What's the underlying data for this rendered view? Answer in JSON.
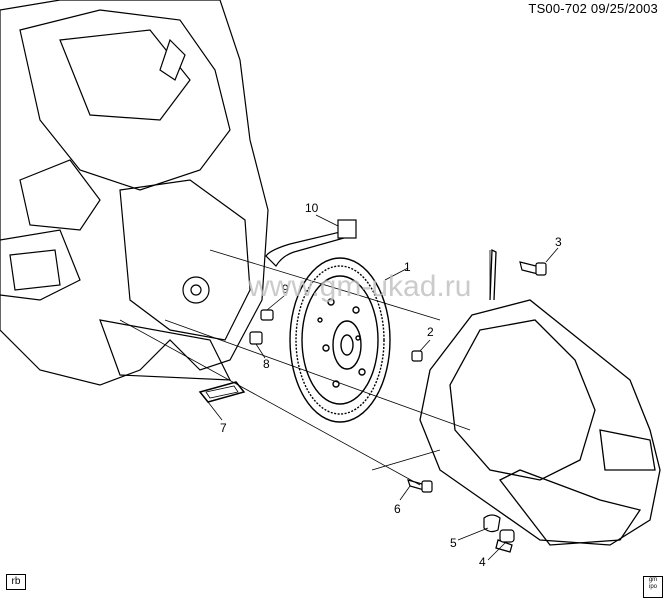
{
  "header": {
    "reference_id": "TS00-702 09/25/2003"
  },
  "watermark": {
    "text": "www.gm-ukad.ru"
  },
  "footer": {
    "corner_tag": "rb",
    "badge_text": "gm\nipo"
  },
  "callouts": [
    {
      "number": "1"
    },
    {
      "number": "2"
    },
    {
      "number": "3"
    },
    {
      "number": "4"
    },
    {
      "number": "5"
    },
    {
      "number": "6"
    },
    {
      "number": "7"
    },
    {
      "number": "8"
    },
    {
      "number": "9"
    },
    {
      "number": "10"
    }
  ]
}
